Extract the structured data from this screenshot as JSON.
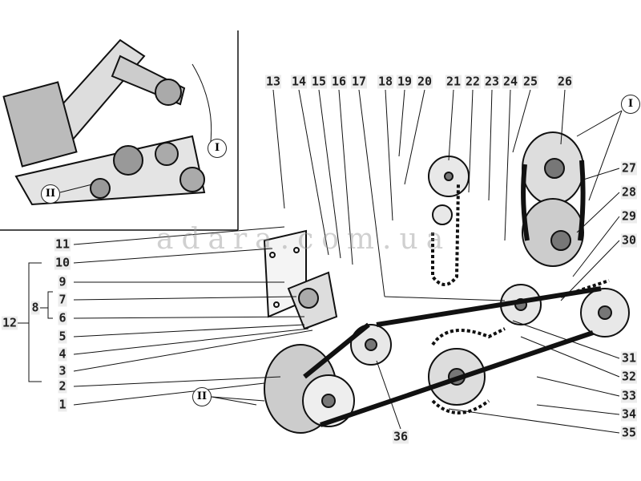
{
  "diagram": {
    "watermark": "adara.com.ua",
    "callouts_top": [
      "13",
      "14",
      "15",
      "16",
      "17",
      "18",
      "19",
      "20",
      "21",
      "22",
      "23",
      "24",
      "25",
      "26"
    ],
    "callouts_right": [
      "27",
      "28",
      "29",
      "30",
      "31",
      "32",
      "33",
      "34",
      "35"
    ],
    "callouts_bottom": [
      "36"
    ],
    "callouts_left": [
      "11",
      "10",
      "9",
      "7",
      "6",
      "5",
      "4",
      "3",
      "2",
      "1"
    ],
    "group_labels": {
      "group_8": "8",
      "group_12": "12"
    },
    "view_markers": {
      "main_I": "I",
      "main_II": "II",
      "inset_I": "I",
      "inset_II": "II"
    }
  }
}
